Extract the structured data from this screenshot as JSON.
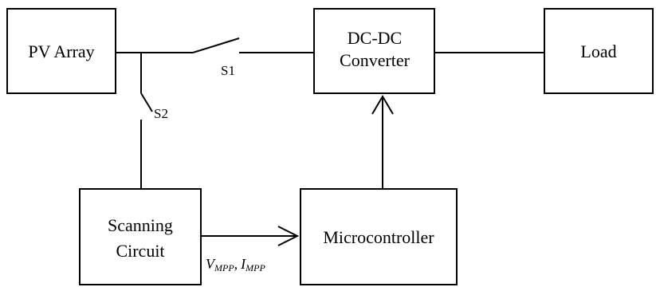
{
  "blocks": {
    "pv_array": {
      "label": "PV Array"
    },
    "dc_dc_converter": {
      "line1": "DC-DC",
      "line2": "Converter"
    },
    "load": {
      "label": "Load"
    },
    "scanning_circuit": {
      "line1": "Scanning",
      "line2": "Circuit"
    },
    "microcontroller": {
      "label": "Microcontroller"
    }
  },
  "switches": {
    "s1": "S1",
    "s2": "S2"
  },
  "signals": {
    "v_main": "V",
    "v_sub": "MPP",
    "separator": ",",
    "i_main": "I",
    "i_sub": "MPP"
  }
}
